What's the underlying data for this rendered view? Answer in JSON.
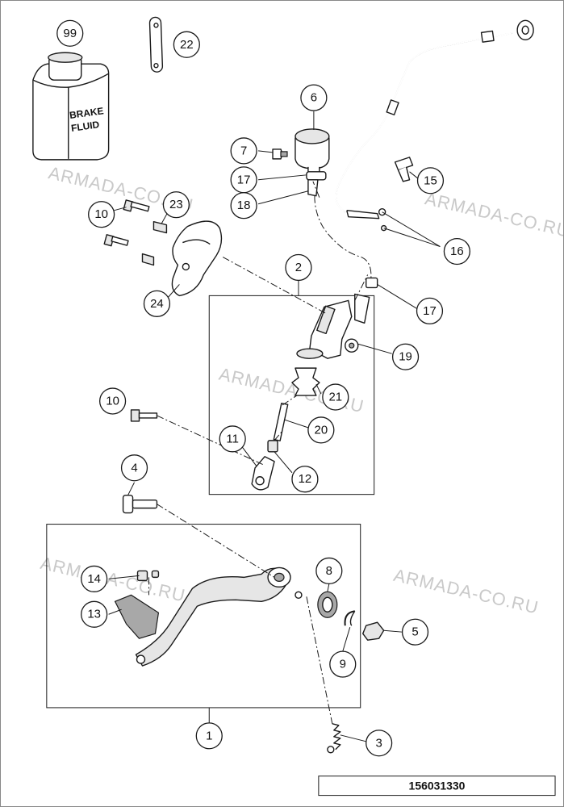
{
  "diagram": {
    "code": "156031330",
    "watermark": "ARMADA-CO.RU",
    "bottle_label": [
      "BRAKE",
      "FLUID"
    ],
    "callouts": [
      "99",
      "22",
      "6",
      "7",
      "17",
      "18",
      "15",
      "10",
      "23",
      "16",
      "2",
      "24",
      "17",
      "19",
      "21",
      "10",
      "20",
      "11",
      "12",
      "4",
      "8",
      "14",
      "13",
      "5",
      "9",
      "1",
      "3"
    ]
  }
}
